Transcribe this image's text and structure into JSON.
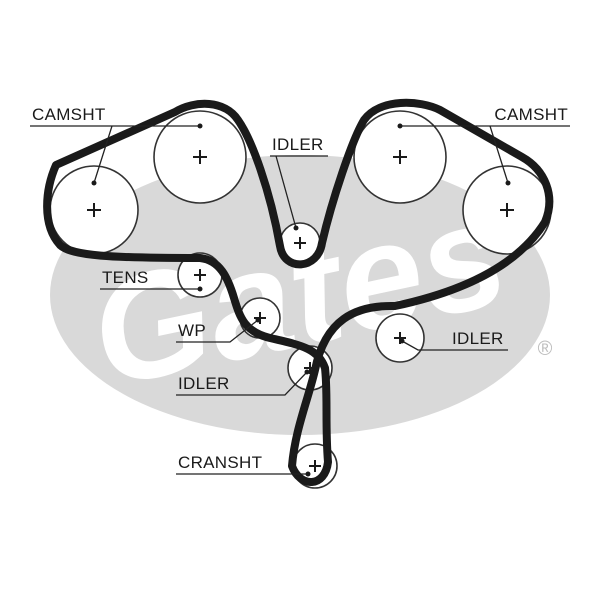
{
  "watermark": {
    "brand": "Gates",
    "registered_mark": "®",
    "oval_color": "#d9d9d9"
  },
  "colors": {
    "belt": "#1a1a1a",
    "line": "#222222",
    "pulley": "#333333"
  },
  "labels": {
    "camshaft_left": "CAMSHT",
    "camshaft_right": "CAMSHT",
    "idler_top": "IDLER",
    "tensioner": "TENS",
    "water_pump": "WP",
    "idler_middle": "IDLER",
    "idler_right": "IDLER",
    "crankshaft": "CRANSHT"
  }
}
